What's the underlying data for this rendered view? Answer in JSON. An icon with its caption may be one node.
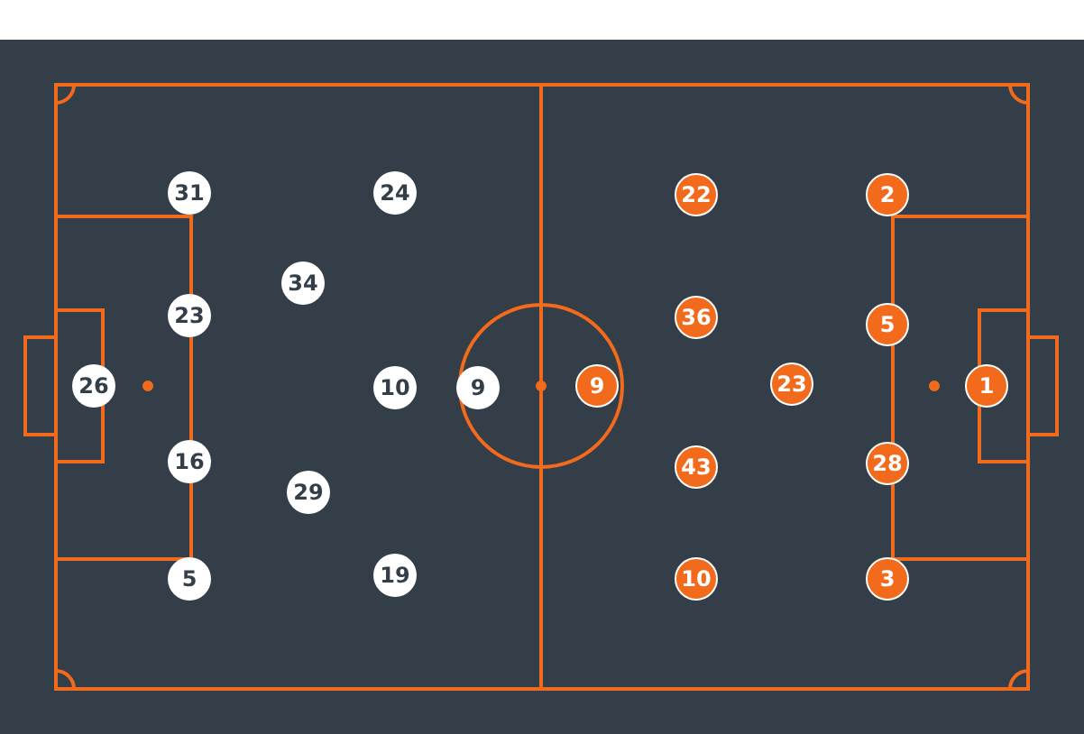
{
  "diagram": {
    "nodes": [
      {
        "text": [
          "31"
        ]
      },
      {
        "text": [
          "24"
        ]
      },
      {
        "text": [
          "34"
        ]
      },
      {
        "text": [
          "23"
        ]
      },
      {
        "text": [
          "26"
        ]
      },
      {
        "text": [
          "10"
        ]
      },
      {
        "text": [
          "9"
        ]
      },
      {
        "text": [
          "16"
        ]
      },
      {
        "text": [
          "29"
        ]
      },
      {
        "text": [
          "5"
        ]
      },
      {
        "text": [
          "19"
        ]
      },
      {
        "text": [
          "22"
        ]
      },
      {
        "text": [
          "2"
        ]
      },
      {
        "text": [
          "36"
        ]
      },
      {
        "text": [
          "5"
        ]
      },
      {
        "text": [
          "9"
        ]
      },
      {
        "text": [
          "23"
        ]
      },
      {
        "text": [
          "1"
        ]
      },
      {
        "text": [
          "43"
        ]
      },
      {
        "text": [
          "28"
        ]
      },
      {
        "text": [
          "10"
        ]
      },
      {
        "text": [
          "3"
        ]
      }
    ]
  }
}
